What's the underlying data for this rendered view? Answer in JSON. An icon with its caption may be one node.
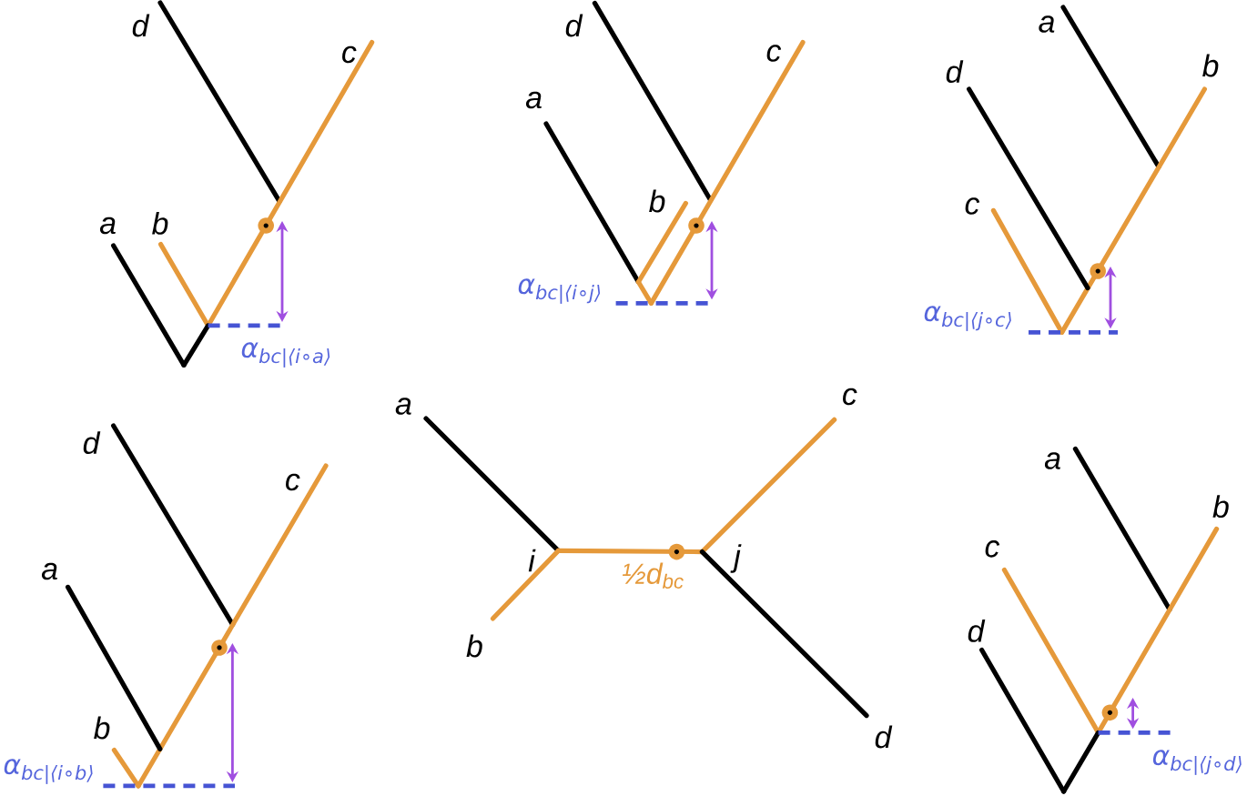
{
  "diagram": {
    "nodes": [
      {
        "text": [
          "d"
        ]
      },
      {
        "text": [
          "c"
        ]
      },
      {
        "text": [
          "a"
        ]
      },
      {
        "text": [
          "b"
        ]
      },
      {
        "text": [
          "d"
        ]
      },
      {
        "text": [
          "c"
        ]
      },
      {
        "text": [
          "a"
        ]
      },
      {
        "text": [
          "b"
        ]
      },
      {
        "text": [
          "a"
        ]
      },
      {
        "text": [
          "b"
        ]
      },
      {
        "text": [
          "d"
        ]
      },
      {
        "text": [
          "c"
        ]
      },
      {
        "text": [
          "d"
        ]
      },
      {
        "text": [
          "c"
        ]
      },
      {
        "text": [
          "a"
        ]
      },
      {
        "text": [
          "b"
        ]
      },
      {
        "text": [
          "a"
        ]
      },
      {
        "text": [
          "c"
        ]
      },
      {
        "text": [
          "i"
        ]
      },
      {
        "text": [
          "j"
        ]
      },
      {
        "text": [
          "b"
        ]
      },
      {
        "text": [
          "d"
        ]
      },
      {
        "text": [
          "a"
        ]
      },
      {
        "text": [
          "b"
        ]
      },
      {
        "text": [
          "c"
        ]
      },
      {
        "text": [
          "d"
        ]
      }
    ],
    "edges": [
      {
        "from": 0,
        "to": null,
        "arrow": "none",
        "color": "#000000"
      },
      {
        "from": 1,
        "to": null,
        "arrow": "none",
        "color": "#e5993a"
      },
      {
        "from": 2,
        "to": null,
        "arrow": "none",
        "color": "#000000"
      },
      {
        "from": 3,
        "to": null,
        "arrow": "none",
        "color": "#e5993a"
      },
      {
        "from": 4,
        "to": null,
        "arrow": "none",
        "color": "#000000"
      },
      {
        "from": 5,
        "to": null,
        "arrow": "none",
        "color": "#e5993a"
      },
      {
        "from": 6,
        "to": null,
        "arrow": "none",
        "color": "#000000"
      },
      {
        "from": 7,
        "to": null,
        "arrow": "none",
        "color": "#e5993a"
      },
      {
        "from": 8,
        "to": null,
        "arrow": "none",
        "color": "#000000"
      },
      {
        "from": 9,
        "to": null,
        "arrow": "none",
        "color": "#e5993a"
      },
      {
        "from": 10,
        "to": null,
        "arrow": "none",
        "color": "#000000"
      },
      {
        "from": 11,
        "to": null,
        "arrow": "none",
        "color": "#e5993a"
      },
      {
        "from": 12,
        "to": null,
        "arrow": "none",
        "color": "#000000"
      },
      {
        "from": 13,
        "to": null,
        "arrow": "none",
        "color": "#e5993a"
      },
      {
        "from": 14,
        "to": null,
        "arrow": "none",
        "color": "#000000"
      },
      {
        "from": 15,
        "to": null,
        "arrow": "none",
        "color": "#e5993a"
      },
      {
        "from": 16,
        "to": 18,
        "arrow": "none",
        "color": "#000000"
      },
      {
        "from": 20,
        "to": 18,
        "arrow": "none",
        "color": "#e5993a"
      },
      {
        "from": 18,
        "to": 19,
        "arrow": "none",
        "color": "#e5993a",
        "label": "½d$_{bc}$"
      },
      {
        "from": 17,
        "to": 19,
        "arrow": "none",
        "color": "#e5993a"
      },
      {
        "from": 21,
        "to": 19,
        "arrow": "none",
        "color": "#000000"
      },
      {
        "from": 22,
        "to": null,
        "arrow": "none",
        "color": "#000000"
      },
      {
        "from": 23,
        "to": null,
        "arrow": "none",
        "color": "#e5993a"
      },
      {
        "from": 24,
        "to": null,
        "arrow": "none",
        "color": "#e5993a"
      },
      {
        "from": 25,
        "to": null,
        "arrow": "none",
        "color": "#000000"
      }
    ],
    "labels": [
      "α$_{bc|⟨i∘a⟩}$",
      "α$_{bc|⟨i∘j⟩}$",
      "α$_{bc|⟨j∘c⟩}$",
      "α$_{bc|⟨i∘b⟩}$",
      "α$_{bc|⟨j∘d⟩}$"
    ]
  }
}
